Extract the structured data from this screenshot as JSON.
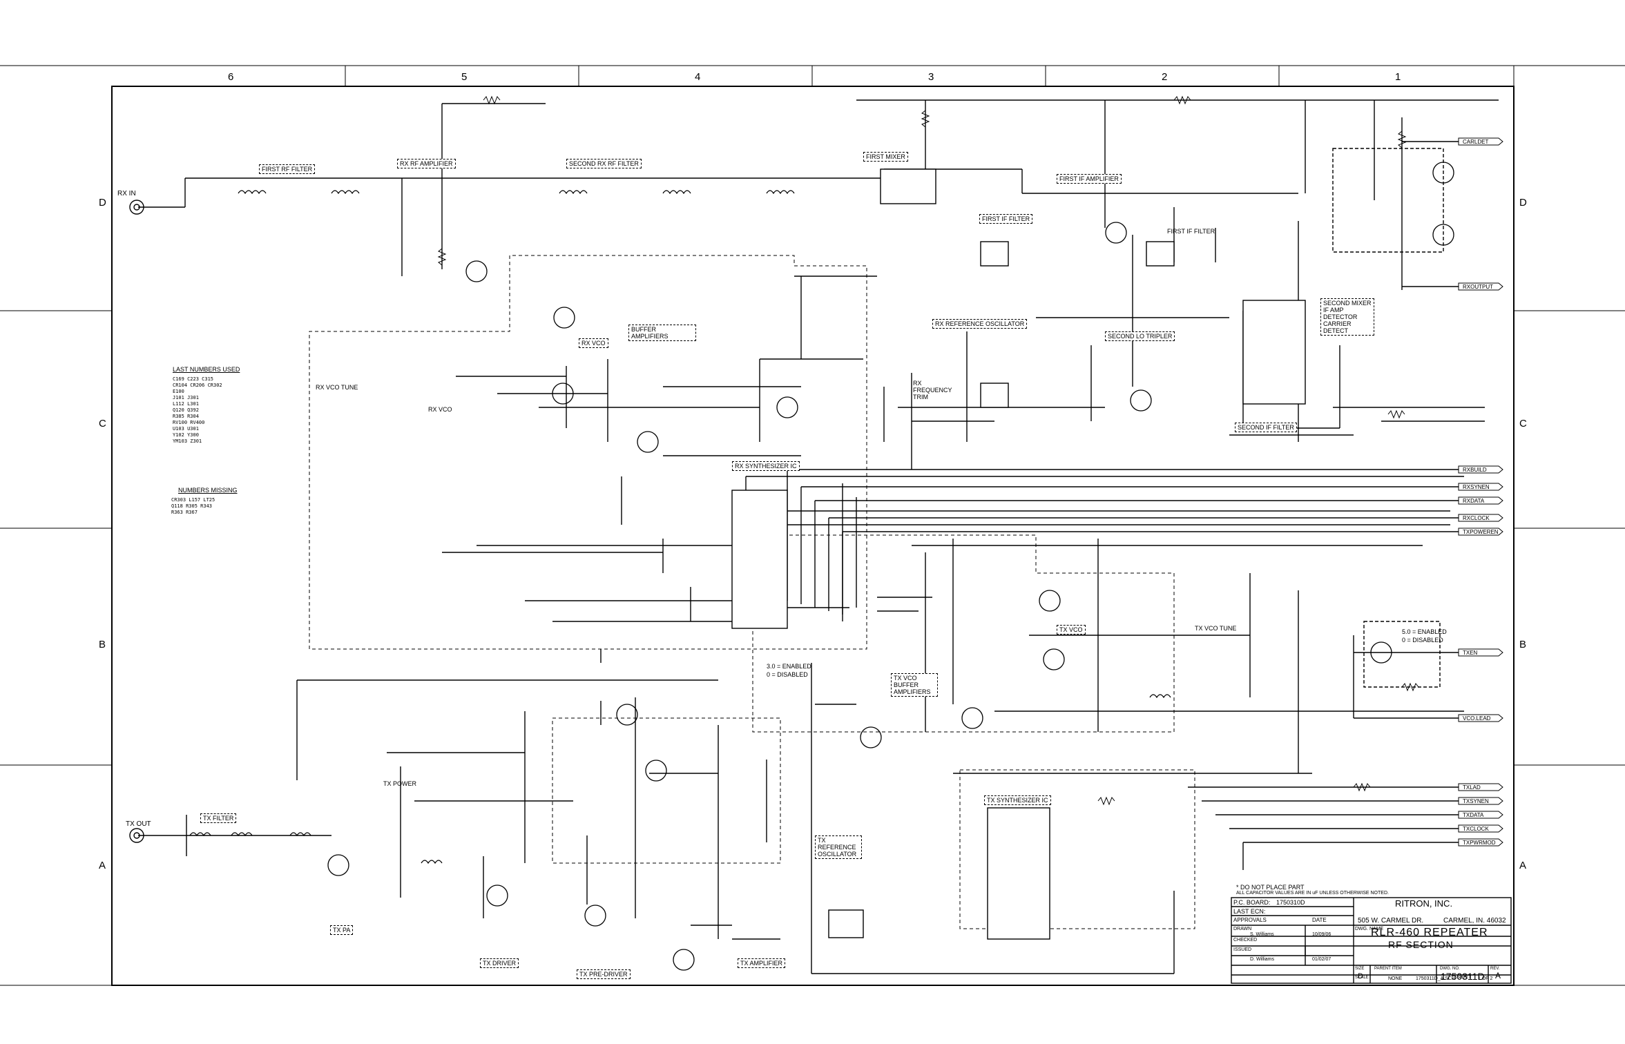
{
  "zones_top": [
    "6",
    "5",
    "4",
    "3",
    "2",
    "1"
  ],
  "zones_side": [
    "D",
    "C",
    "B",
    "A"
  ],
  "function_blocks": [
    {
      "id": "rx-rf-amp",
      "text": "RX RF AMPLIFIER"
    },
    {
      "id": "first-rf-filter",
      "text": "FIRST RF FILTER"
    },
    {
      "id": "second-rf-filter",
      "text": "SECOND RX RF FILTER"
    },
    {
      "id": "first-mixer",
      "text": "FIRST MIXER"
    },
    {
      "id": "first-if-amp",
      "text": "FIRST IF AMPLIFIER"
    },
    {
      "id": "first-if-filter-a",
      "text": "FIRST IF FILTER"
    },
    {
      "id": "first-if-filter-b",
      "text": "FIRST IF FILTER"
    },
    {
      "id": "rx-vco",
      "text": "RX VCO"
    },
    {
      "id": "buffer-amps",
      "text": "BUFFER AMPLIFIERS"
    },
    {
      "id": "rx-synth",
      "text": "RX SYNTHESIZER IC"
    },
    {
      "id": "rx-ref-osc",
      "text": "RX REFERENCE OSCILLATOR"
    },
    {
      "id": "second-lo-tripler",
      "text": "SECOND LO TRIPLER"
    },
    {
      "id": "second-if-filter",
      "text": "SECOND IF FILTER"
    },
    {
      "id": "second-mixer",
      "text": "SECOND MIXER IF AMP DETECTOR CARRIER DETECT"
    },
    {
      "id": "tx-vco",
      "text": "TX VCO"
    },
    {
      "id": "tx-vco-buffer",
      "text": "TX VCO BUFFER AMPLIFIERS"
    },
    {
      "id": "tx-synth",
      "text": "TX SYNTHESIZER IC"
    },
    {
      "id": "tx-ref-osc",
      "text": "TX REFERENCE OSCILLATOR"
    },
    {
      "id": "tx-power",
      "text": "TX POWER"
    },
    {
      "id": "tx-filter",
      "text": "TX FILTER"
    },
    {
      "id": "tx-pa",
      "text": "TX PA"
    },
    {
      "id": "tx-driver",
      "text": "TX DRIVER"
    },
    {
      "id": "tx-predriver",
      "text": "TX PRE-DRIVER"
    },
    {
      "id": "tx-amplifier",
      "text": "TX AMPLIFIER"
    }
  ],
  "labels": {
    "rx_in": "RX IN",
    "tx_out": "TX OUT",
    "rx_vco_tune": "RX VCO TUNE",
    "rx_vco": "RX VCO",
    "tx_vco_tune": "TX VCO TUNE",
    "rx_freq_trim": "RX FREQUENCY TRIM",
    "enable_note_a": "3.0 = ENABLED",
    "enable_note_b": "0 = DISABLED",
    "enable_note_c": "5.0 = ENABLED",
    "enable_note_d": "0 = DISABLED",
    "last_numbers_title": "LAST NUMBERS USED",
    "numbers_missing_title": "NUMBERS MISSING",
    "last_numbers": [
      "C169  C223  C315",
      "CR104  CR206  CR302",
      "E100",
      "J101  J301",
      "L112  L301",
      "Q120  Q392",
      "R385  R304",
      "RV100  RV400",
      "U103  U301",
      "Y102  Y300",
      "YM103  Z301"
    ],
    "numbers_missing": [
      "CR303  L157  LT25",
      "Q118  R305  R343",
      "R363  R367"
    ]
  },
  "connectors_right": [
    {
      "id": "carldet",
      "text": "CARLDET"
    },
    {
      "id": "rxoutput",
      "text": "RXOUTPUT"
    },
    {
      "id": "rxbuild",
      "text": "RXBUILD"
    },
    {
      "id": "rxsynenabled",
      "text": "RXSYNEN"
    },
    {
      "id": "rxdata",
      "text": "RXDATA"
    },
    {
      "id": "rxclock",
      "text": "RXCLOCK"
    },
    {
      "id": "txpower",
      "text": "TXPOWEREN"
    },
    {
      "id": "txenabled",
      "text": "TXEN"
    },
    {
      "id": "vcolead",
      "text": "VCO.LEAD"
    },
    {
      "id": "txlad",
      "text": "TXLAD"
    },
    {
      "id": "txsynen",
      "text": "TXSYNEN"
    },
    {
      "id": "txdata",
      "text": "TXDATA"
    },
    {
      "id": "txclock",
      "text": "TXCLOCK"
    },
    {
      "id": "txpwrmod",
      "text": "TXPWRMOD"
    }
  ],
  "notes": {
    "n1": "* DO NOT PLACE PART",
    "n2": "ALL CAPACITOR VALUES ARE IN uF UNLESS OTHERWISE NOTED."
  },
  "title_block": {
    "company": "RITRON, INC.",
    "address": "505 W. CARMEL DR.",
    "city": "CARMEL, IN. 46032",
    "pc_board_label": "P.C. BOARD:",
    "pc_board": "1750310D",
    "last_ecn_label": "LAST ECN:",
    "dwg_name_label": "DWG. NAME",
    "title_line1": "RLR-460 REPEATER",
    "title_line2": "RF SECTION",
    "approvals": "APPROVALS",
    "date": "DATE",
    "drawn": "DRAWN",
    "drawn_by": "S. Williams",
    "drawn_date": "10/09/06",
    "checked": "CHECKED",
    "issued": "ISSUED",
    "issued_by": "D. Williams",
    "issued_date": "01/02/07",
    "size_label": "SIZE",
    "size": "D",
    "parent_label": "PARENT ITEM",
    "dwg_no_label": "DWG. NO.",
    "dwg_no": "1750311D",
    "rev_label": "REV.",
    "rev": "A",
    "scale_label": "SCALE",
    "scale": "NONE",
    "file": "1750311D_A.SCH",
    "sheet_label": "SHEET",
    "sheet": "1 OF 2"
  }
}
